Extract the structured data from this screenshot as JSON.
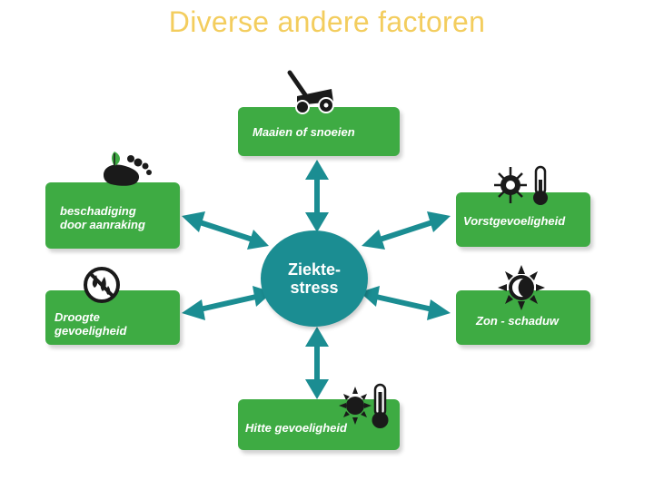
{
  "slide": {
    "title": "Diverse andere factoren"
  },
  "diagram": {
    "center": {
      "line1": "Ziekte-",
      "line2": "stress"
    },
    "factors": {
      "maaien": "Maaien of snoeien",
      "aanraking_line1": "beschadiging",
      "aanraking_line2": "door aanraking",
      "vorst": "Vorstgevoeligheid",
      "droogte_line1": "Droogte",
      "droogte_line2": "gevoeligheid",
      "zon": "Zon - schaduw",
      "hitte": "Hitte gevoeligheid"
    },
    "icons": [
      "lawn-mower-icon",
      "footprint-icon",
      "no-drought-icon",
      "frost-thermometer-icon",
      "sun-shade-icon",
      "heat-thermometer-icon"
    ],
    "colors": {
      "box": "#3eab43",
      "center": "#1b8d92",
      "arrow": "#1b8d92",
      "title": "#f3cd5e"
    }
  }
}
